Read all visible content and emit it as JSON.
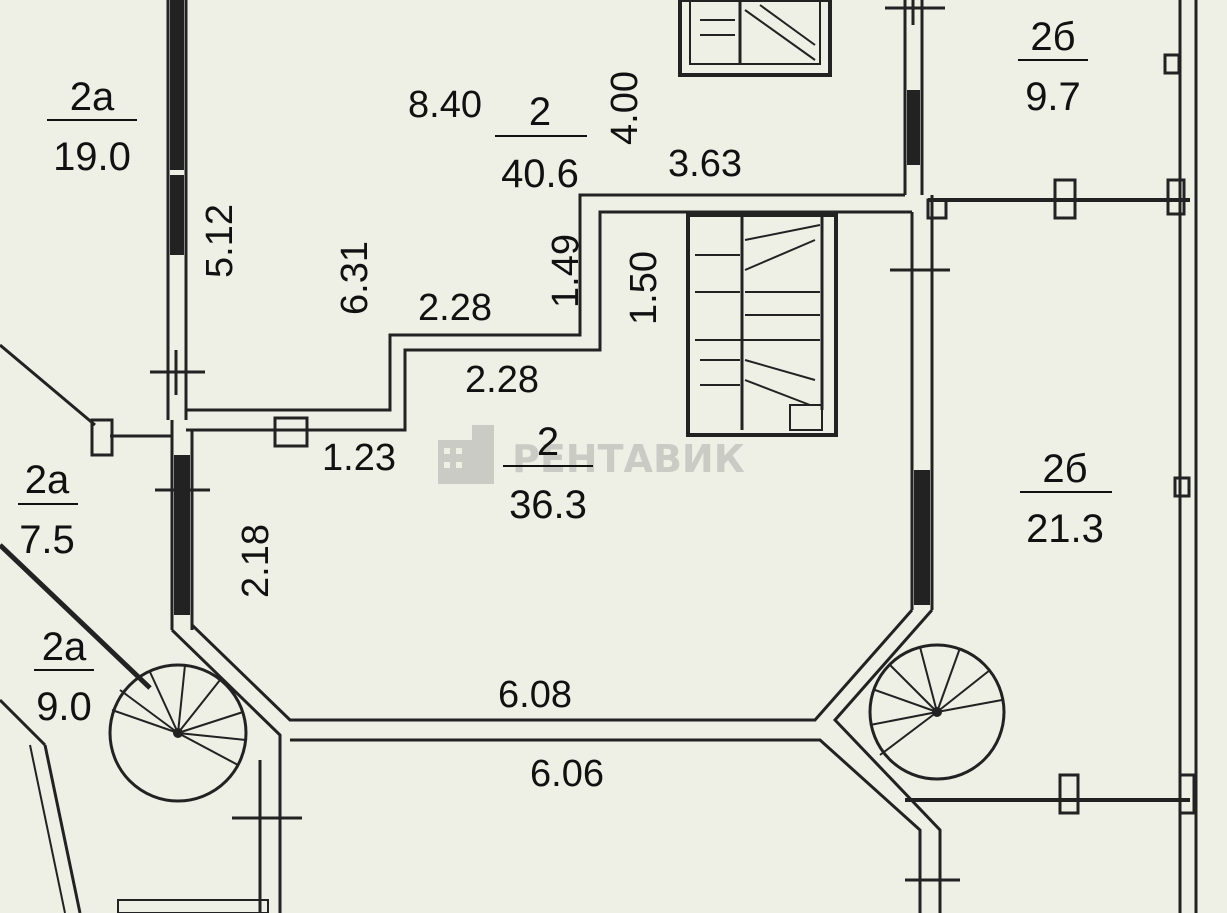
{
  "rooms": {
    "r2a_top": {
      "code": "2а",
      "area": "19.0"
    },
    "r2a_mid": {
      "code": "2а",
      "area": "7.5"
    },
    "r2a_low": {
      "code": "2а",
      "area": "9.0"
    },
    "r2_upper": {
      "code": "2",
      "area": "40.6"
    },
    "r2_main": {
      "code": "2",
      "area": "36.3"
    },
    "r2b_top": {
      "code": "2б",
      "area": "9.7"
    },
    "r2b_right": {
      "code": "2б",
      "area": "21.3"
    }
  },
  "dimensions": {
    "d840": "8.40",
    "d400": "4.00",
    "d363": "3.63",
    "d512": "5.12",
    "d631": "6.31",
    "d149": "1.49",
    "d150": "1.50",
    "d228a": "2.28",
    "d228b": "2.28",
    "d123": "1.23",
    "d218": "2.18",
    "d608": "6.08",
    "d606": "6.06"
  },
  "watermark": {
    "text": "РЕНТАВИК"
  },
  "colors": {
    "background": "#eef0e6",
    "line": "#222222",
    "text": "#111111"
  }
}
